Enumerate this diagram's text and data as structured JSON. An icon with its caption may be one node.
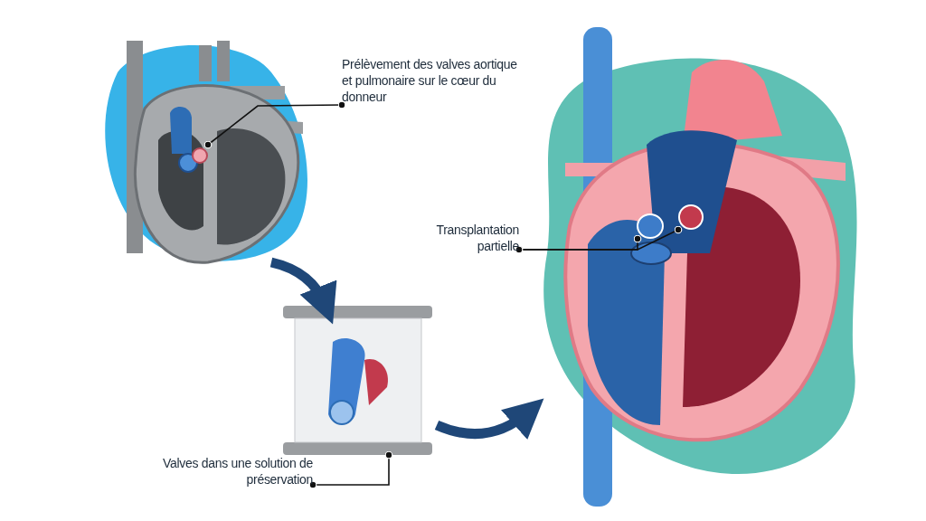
{
  "diagram": {
    "nodes": [
      {
        "text": [],
        "shape": "picture"
      },
      {
        "text": [],
        "shape": "picture",
        "in": 0
      },
      {
        "text": [
          "Prélèvement des valves aortique et pulmonaire sur le cœur du donneur"
        ]
      },
      {
        "text": [],
        "shape": "picture"
      },
      {
        "text": [
          "Valves dans une solution de préservation"
        ]
      },
      {
        "text": [],
        "shape": "picture"
      },
      {
        "text": [],
        "shape": "circle",
        "in": 5
      },
      {
        "text": [],
        "shape": "circle",
        "in": 5
      },
      {
        "text": [
          "Transplantation partielle"
        ]
      }
    ],
    "edges": [
      {
        "from": 2,
        "to": 1,
        "arrow": "other"
      },
      {
        "from": 0,
        "to": 3,
        "arrow": "to",
        "style": "thick",
        "color": "#1f4778"
      },
      {
        "from": 4,
        "to": 3,
        "arrow": "other"
      },
      {
        "from": 3,
        "to": 5,
        "arrow": "to",
        "style": "thick",
        "color": "#1f4778"
      },
      {
        "from": 8,
        "to": 6,
        "arrow": "other"
      },
      {
        "from": 8,
        "to": 7,
        "arrow": "other"
      }
    ]
  }
}
